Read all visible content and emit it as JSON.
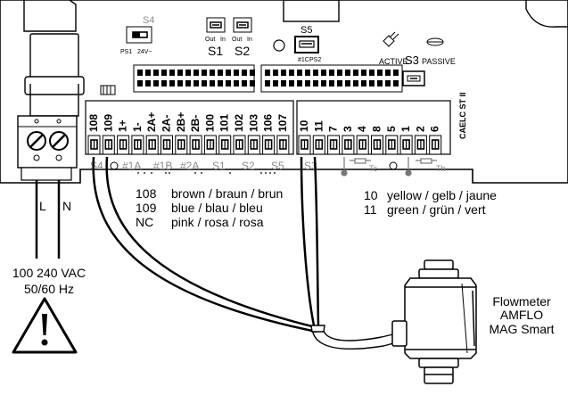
{
  "switches": {
    "s4": {
      "name": "S4",
      "left": "PS1",
      "right": "24V~"
    },
    "s1": {
      "name": "S1",
      "left": "Out",
      "right": "In"
    },
    "s2": {
      "name": "S2",
      "left": "Out",
      "right": "In"
    },
    "s5": {
      "name": "S5",
      "left": "#1C",
      "right": "PS2"
    },
    "s3": {
      "name": "S3",
      "left": "ACTIVE",
      "right": "PASSIVE"
    }
  },
  "board_id": "CAELC ST II",
  "terminal_numbers_left": [
    "108",
    "109",
    "1+",
    "1-",
    "2A+",
    "2A-",
    "2B+",
    "2B-",
    "100",
    "101",
    "102",
    "103",
    "106",
    "107"
  ],
  "terminal_numbers_right": [
    "10",
    "11",
    "7",
    "3",
    "4",
    "8",
    "5",
    "1",
    "2",
    "6"
  ],
  "group_labels": {
    "s4": "S4",
    "g1a": "#1A",
    "g1b": "#1B",
    "g2a": "#2A",
    "s1": "S1",
    "s2": "S2",
    "s5": "S5",
    "s3": "S3",
    "tc": "Tc",
    "th": "Th"
  },
  "power": {
    "l": "L",
    "n": "N",
    "voltage": "100 240 VAC",
    "freq": "50/60 Hz"
  },
  "wires_left": [
    {
      "num": "108",
      "color": "brown / braun / brun"
    },
    {
      "num": "109",
      "color": "blue / blau / bleu"
    },
    {
      "num": "NC",
      "color": "pink / rosa / rosa"
    }
  ],
  "wires_right": [
    {
      "num": "10",
      "color": "yellow / gelb / jaune"
    },
    {
      "num": "11",
      "color": "green / grün / vert"
    }
  ],
  "device": {
    "line1": "Flowmeter",
    "line2": "AMFLO",
    "line3": "MAG Smart"
  }
}
